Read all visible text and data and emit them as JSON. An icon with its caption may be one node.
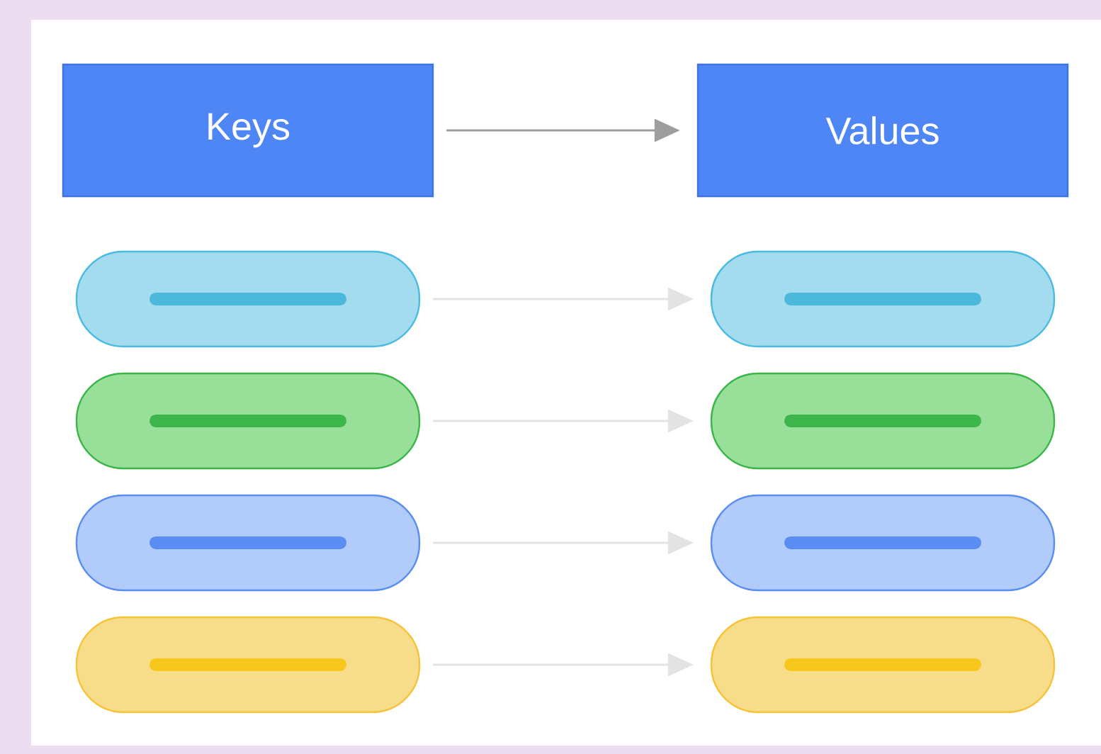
{
  "diagram": {
    "nodes": [
      {
        "text": [
          "Keys"
        ]
      },
      {
        "text": [
          "Values"
        ]
      },
      {
        "text": [],
        "shape": "pill"
      },
      {
        "text": [],
        "shape": "pill"
      },
      {
        "text": [],
        "shape": "pill"
      },
      {
        "text": [],
        "shape": "pill"
      },
      {
        "text": [],
        "shape": "pill"
      },
      {
        "text": [],
        "shape": "pill"
      },
      {
        "text": [],
        "shape": "pill"
      },
      {
        "text": [],
        "shape": "pill"
      }
    ],
    "edges": [
      {
        "from": 0,
        "to": 1,
        "arrow": "to",
        "color": "#9e9e9e"
      },
      {
        "from": 2,
        "to": 3,
        "arrow": "to"
      },
      {
        "from": 4,
        "to": 5,
        "arrow": "to"
      },
      {
        "from": 6,
        "to": 7,
        "arrow": "to"
      },
      {
        "from": 8,
        "to": 9,
        "arrow": "to"
      }
    ]
  }
}
